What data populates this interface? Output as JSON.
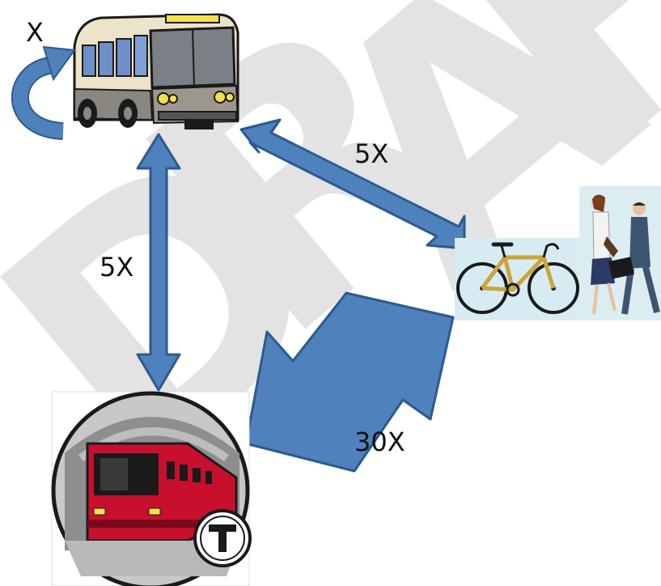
{
  "watermark": {
    "letters": [
      "D",
      "R",
      "A",
      "F"
    ]
  },
  "labels": {
    "bus_self": "X",
    "bus_bike": "5X",
    "bus_train": "5X",
    "train_bike": "30X"
  },
  "colors": {
    "arrow_fill": "#4F81BD",
    "arrow_stroke": "#2D5A8E",
    "watermark": "#E3E3E3",
    "train_red": "#C8102E",
    "bus_body": "#ECE3C8",
    "bike_frame": "#C9A53A"
  },
  "icons": [
    "bus-icon",
    "bicycle-icon",
    "pedestrians-icon",
    "subway-train-icon",
    "t-logo-icon"
  ]
}
